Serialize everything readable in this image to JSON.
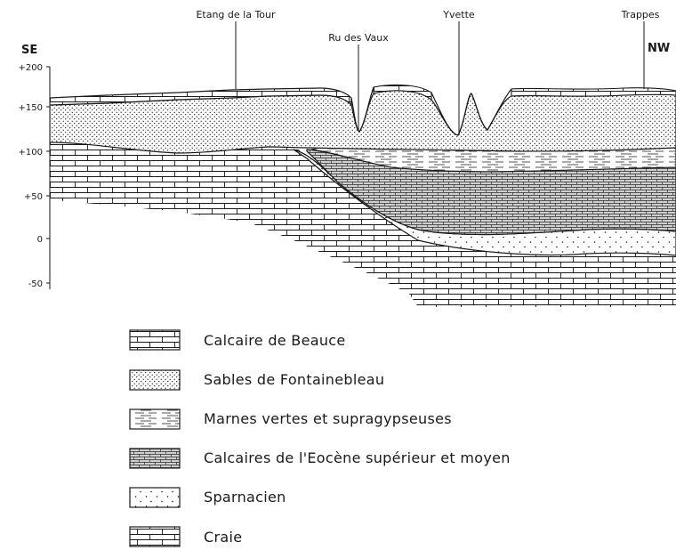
{
  "orientation": {
    "left": "SE",
    "right": "NW"
  },
  "places": [
    "Etang de la Tour",
    "Ru des Vaux",
    "Yvette",
    "Trappes"
  ],
  "elevation_ticks": [
    "+200",
    "+150",
    "+100",
    "+50",
    "0",
    "-50"
  ],
  "legend": [
    {
      "label": "Calcaire de Beauce",
      "pattern": "brick"
    },
    {
      "label": "Sables de Fontainebleau",
      "pattern": "dense-dots"
    },
    {
      "label": "Marnes vertes et supragypseuses",
      "pattern": "dashes"
    },
    {
      "label": "Calcaires de l'Eocène supérieur et moyen",
      "pattern": "fine-brick"
    },
    {
      "label": "Sparnacien",
      "pattern": "sparse-dots"
    },
    {
      "label": "Craie",
      "pattern": "brick"
    }
  ],
  "colors": {
    "ink": "#1a1a1a",
    "paper": "#ffffff"
  }
}
